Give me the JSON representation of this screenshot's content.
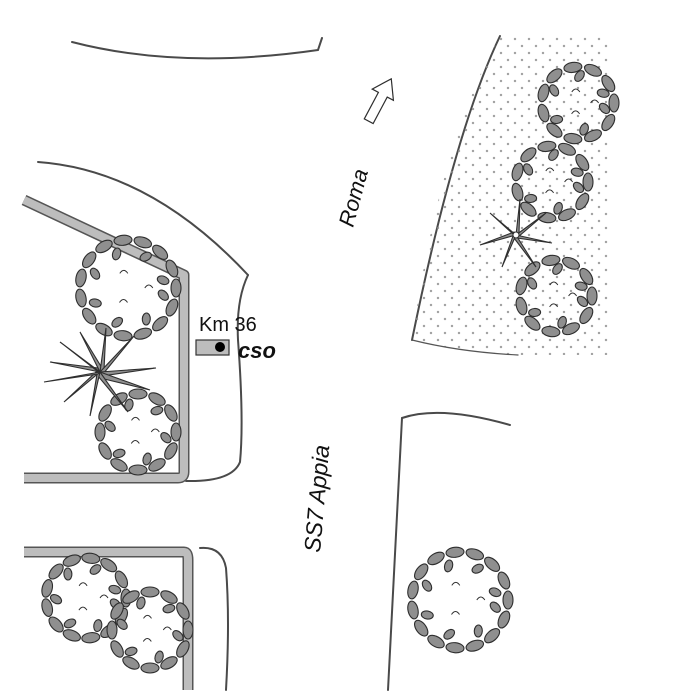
{
  "map": {
    "roads": {
      "main_road_label": "SS7 Appia",
      "direction_label": "Roma"
    },
    "site": {
      "km_label": "Km 36",
      "station_code": "cso"
    },
    "colors": {
      "background": "#ffffff",
      "wall_fill": "#bdbdbd",
      "foliage": "#8f8f8f",
      "outline": "#2e2e2e"
    },
    "icons": [
      "north-arrow-icon",
      "station-marker-icon",
      "tree-icon",
      "palm-tree-icon"
    ]
  }
}
